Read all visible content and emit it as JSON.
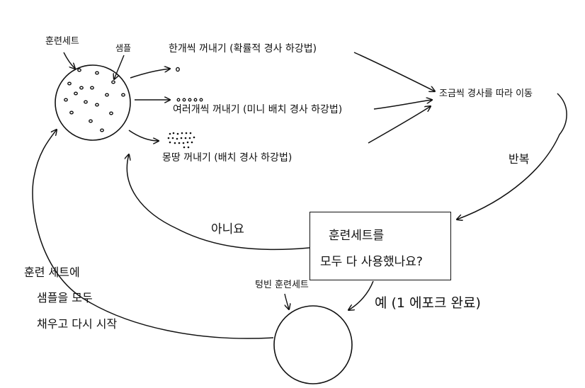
{
  "training_set": {
    "label": "훈련세트",
    "sample_label": "샘플"
  },
  "extraction": {
    "sgd": "한개씩 꺼내기 (확률적 경사 하강법)",
    "minibatch": "여러개씩 꺼내기 (미니 배치 경사 하강법)",
    "batch": "몽땅 꺼내기 (배치 경사 하강법)"
  },
  "update_step": "조금씩 경사를 따라 이동",
  "repeat_label": "반복",
  "decision": {
    "line1": "훈련세트를",
    "line2": "모두 다 사용했나요?"
  },
  "no_label": "아니요",
  "yes_label": "예 (1 에포크 완료)",
  "empty_set_label": "텅빈 훈련세트",
  "restart": {
    "line1": "훈련 세트에",
    "line2": "샘플을 모두",
    "line3": "채우고 다시 시작"
  },
  "colors": {
    "ink": "#111111",
    "background": "#ffffff"
  }
}
